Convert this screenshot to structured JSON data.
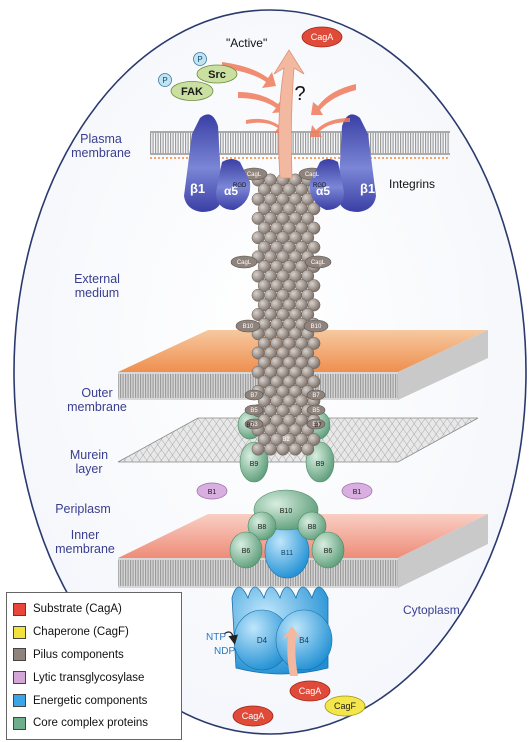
{
  "labels": {
    "active": "\"Active\"",
    "src": "Src",
    "fak": "FAK",
    "p": "P",
    "cagA": "CagA",
    "cagF": "CagF",
    "question": "?",
    "plasma_membrane": "Plasma\nmembrane",
    "integrins": "Integrins",
    "beta1": "β1",
    "alpha5": "α5",
    "rgd": "RGD",
    "cagL": "CagL",
    "external_medium": "External\nmedium",
    "outer_membrane": "Outer\nmembrane",
    "murein_layer": "Murein\nlayer",
    "periplasm": "Periplasm",
    "inner_membrane": "Inner\nmembrane",
    "cytoplasm": "Cytoplasm",
    "ntp": "NTP",
    "ndp": "NDP",
    "b1": "B1",
    "b2": "B2",
    "b3": "B3",
    "b5": "B5",
    "b6": "B6",
    "b7": "B7",
    "b8": "B8",
    "b9": "B9",
    "b10": "B10",
    "b11": "B11",
    "d4": "D4",
    "b4": "B4"
  },
  "legend": [
    {
      "label": "Substrate (CagA)",
      "color": "#e8463a"
    },
    {
      "label": "Chaperone (CagF)",
      "color": "#f2e23a"
    },
    {
      "label": "Pilus components",
      "color": "#8f837c"
    },
    {
      "label": "Lytic transglycosylase",
      "color": "#d4a6d8"
    },
    {
      "label": "Energetic components",
      "color": "#3aa6e8"
    },
    {
      "label": "Core complex proteins",
      "color": "#6fae8a"
    }
  ],
  "colors": {
    "pilus": "#8f837c",
    "core": "#7fb896",
    "energetic": "#4ab0ea",
    "substrate": "#e04a38",
    "chaperone": "#f3e64a",
    "lytic": "#d9aee0",
    "integrin_blue": "#3b3fa0",
    "membrane_orange": "#f2a06a",
    "label_blue": "#3a3e8f"
  }
}
